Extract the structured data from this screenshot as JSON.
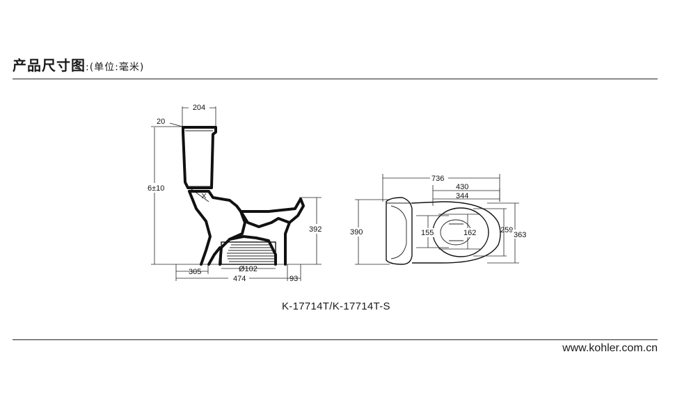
{
  "header": {
    "title": "产品尺寸图",
    "unit_note": ":(单位:毫米)"
  },
  "drawing": {
    "side_view": {
      "dims": {
        "tank_depth": "204",
        "lid_offset": "20",
        "total_height": "6±10",
        "bowl_height": "392",
        "rough_in": "305",
        "outlet_diameter": "Ø102",
        "base_length": "474",
        "front_offset": "93"
      }
    },
    "top_view": {
      "dims": {
        "total_length": "736",
        "seat_length": "430",
        "inner_length": "344",
        "width_left": "390",
        "inner_width_a": "155",
        "inner_width_b": "162",
        "bowl_width_a": "259",
        "bowl_width_b": "363"
      }
    }
  },
  "model_number": "K-17714T/K-17714T-S",
  "website": "www.kohler.com.cn"
}
